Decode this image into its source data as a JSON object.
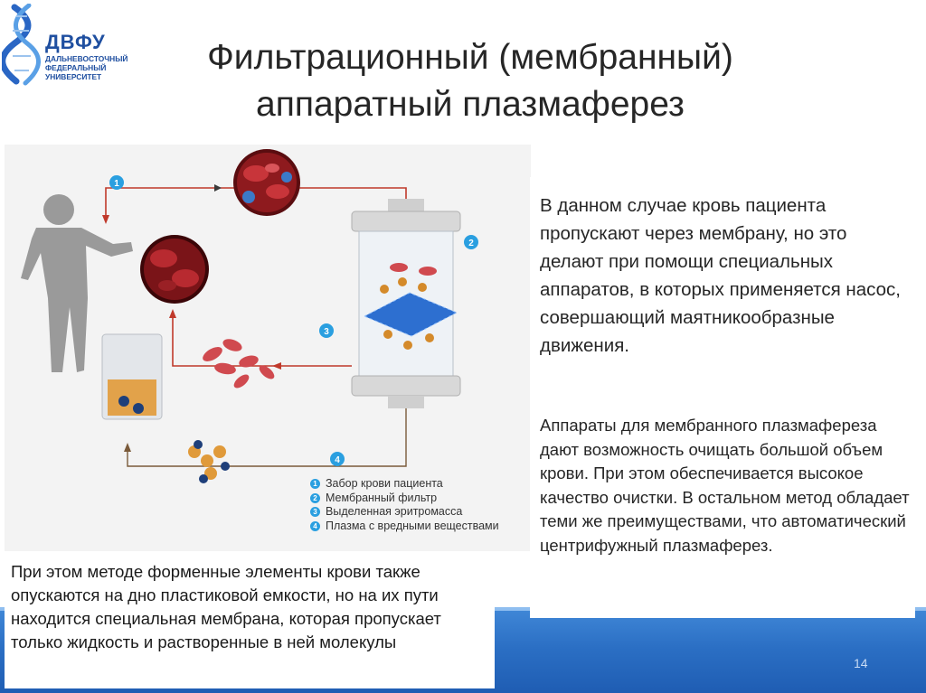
{
  "logo": {
    "title": "ДВФУ",
    "subtitle": "ДАЛЬНЕВОСТОЧНЫЙ ФЕДЕРАЛЬНЫЙ УНИВЕРСИТЕТ"
  },
  "title": "Фильтрационный (мембранный) аппаратный плазмаферез",
  "diagram": {
    "markers": [
      "1",
      "2",
      "3",
      "4"
    ],
    "legend": [
      {
        "num": "1",
        "label": "Забор крови пациента"
      },
      {
        "num": "2",
        "label": "Мембранный фильтр"
      },
      {
        "num": "3",
        "label": "Выделенная эритромасса"
      },
      {
        "num": "4",
        "label": "Плазма с вредными веществами"
      }
    ]
  },
  "paragraph1": "В данном случае кровь пациента пропускают через мембрану, но это делают при помощи специальных аппаратов, в которых применяется насос, совершающий маятникообразные движения.",
  "paragraph2": "Аппараты для мембранного плазмафереза дают возможность очищать большой объем крови. При этом обеспечивается высокое качество очистки. В остальном метод обладает теми же преимуществами, что автоматический центрифужный плазмаферез.",
  "paragraph3": "При этом методе форменные элементы крови также опускаются на дно пластиковой емкости, но на их пути находится специальная мембрана, которая пропускает только жидкость и растворенные в ней молекулы",
  "page_number": "14",
  "colors": {
    "band": "#2b6fc4",
    "marker": "#2a9fe0",
    "line_red": "#c0392b",
    "line_brown": "#7a5a3a",
    "title": "#262626",
    "logo": "#1f4fa0"
  }
}
